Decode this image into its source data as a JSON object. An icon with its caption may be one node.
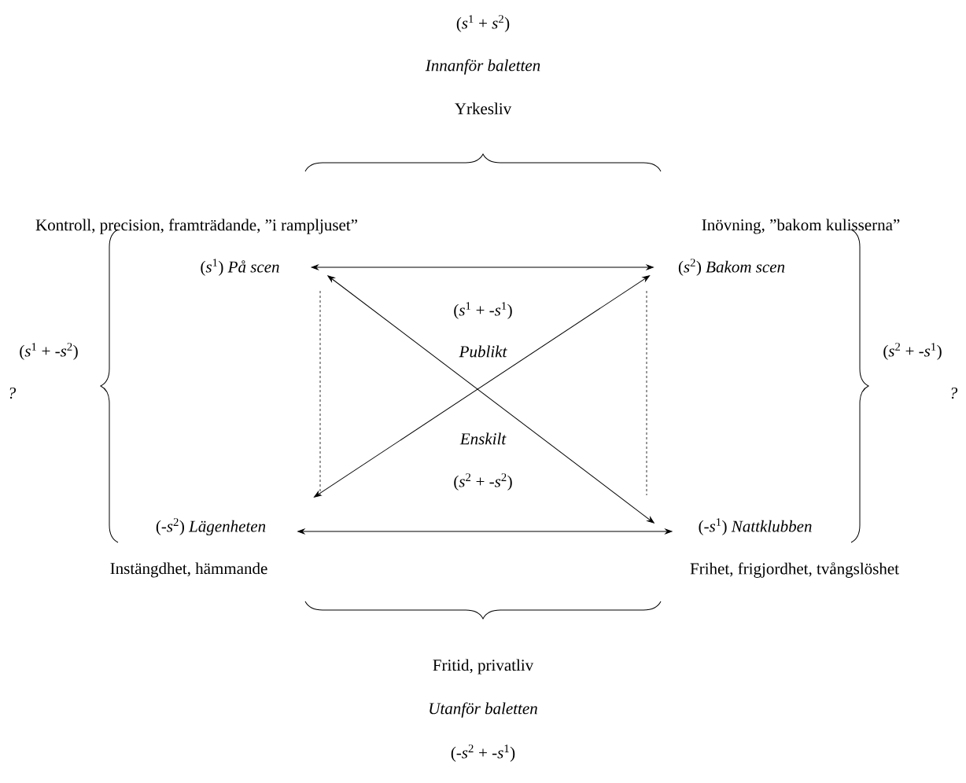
{
  "diagram": {
    "nodes": [
      {
        "text": [
          "(*s*$^{1}$) *På scen*"
        ]
      },
      {
        "text": [
          "(*s*$^{2}$) *Bakom scen*"
        ]
      },
      {
        "text": [
          "(-*s*$^{2}$) *Lägenheten*"
        ]
      },
      {
        "text": [
          "(-*s*$^{1}$) *Nattklubben*"
        ]
      }
    ],
    "edges": [
      {
        "from": 0,
        "to": 1,
        "arrow": "both"
      },
      {
        "from": 0,
        "to": 3,
        "arrow": "both"
      },
      {
        "from": 1,
        "to": 2,
        "arrow": "both"
      },
      {
        "from": 2,
        "to": 3,
        "arrow": "both"
      }
    ],
    "labels": [
      "(*s*$^{1}$ + *s*$^{2}$)",
      "Innanför baletten",
      "Yrkesliv",
      "Kontroll, precision, framträdande, ”i rampljuset”",
      "Inövning, ”bakom kulisserna”",
      "(*s*$^{1}$ + -*s*$^{1}$)",
      "Publikt",
      "(*s*$^{1}$ + -*s*$^{2}$)",
      "(*s*$^{2}$ + -*s*$^{1}$)",
      "?",
      "?",
      "Enskilt",
      "(*s*$^{2}$ + -*s*$^{2}$)",
      "Instängdhet, hämmande",
      "Frihet, frigjordhet, tvångslöshet",
      "Fritid, privatliv",
      "Utanför baletten",
      "(-*s*$^{2}$ + -*s*$^{1}$)"
    ]
  }
}
